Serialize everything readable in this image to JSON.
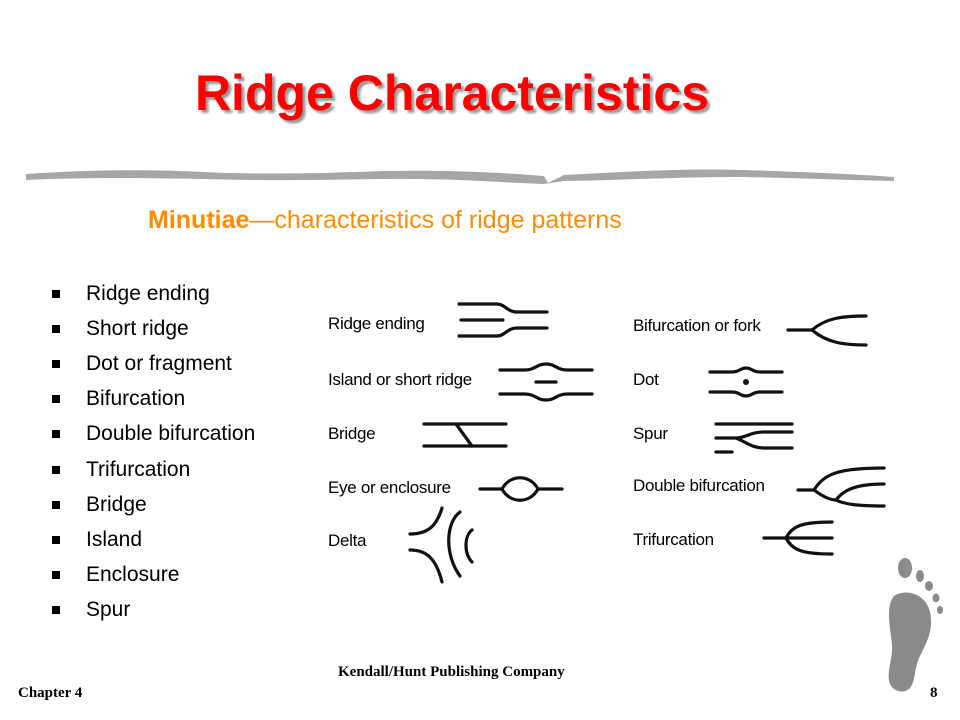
{
  "title": "Ridge Characteristics",
  "subtitle": {
    "term": "Minutiae",
    "rest": "—characteristics of ridge patterns"
  },
  "bullets": [
    "Ridge ending",
    "Short ridge",
    "Dot or fragment",
    "Bifurcation",
    "Double bifurcation",
    "Trifurcation",
    "Bridge",
    "Island",
    "Enclosure",
    "Spur"
  ],
  "diagram": {
    "left": [
      "Ridge ending",
      "Island or short ridge",
      "Bridge",
      "Eye or enclosure",
      "Delta"
    ],
    "right": [
      "Bifurcation or fork",
      "Dot",
      "Spur",
      "Double bifurcation",
      "Trifurcation"
    ]
  },
  "footer": {
    "chapter": "Chapter 4",
    "publisher": "Kendall/Hunt Publishing Company",
    "page": "8"
  },
  "colors": {
    "title": "#ff0000",
    "subtitle": "#ff8c00",
    "rule": "#a6a6a6"
  }
}
